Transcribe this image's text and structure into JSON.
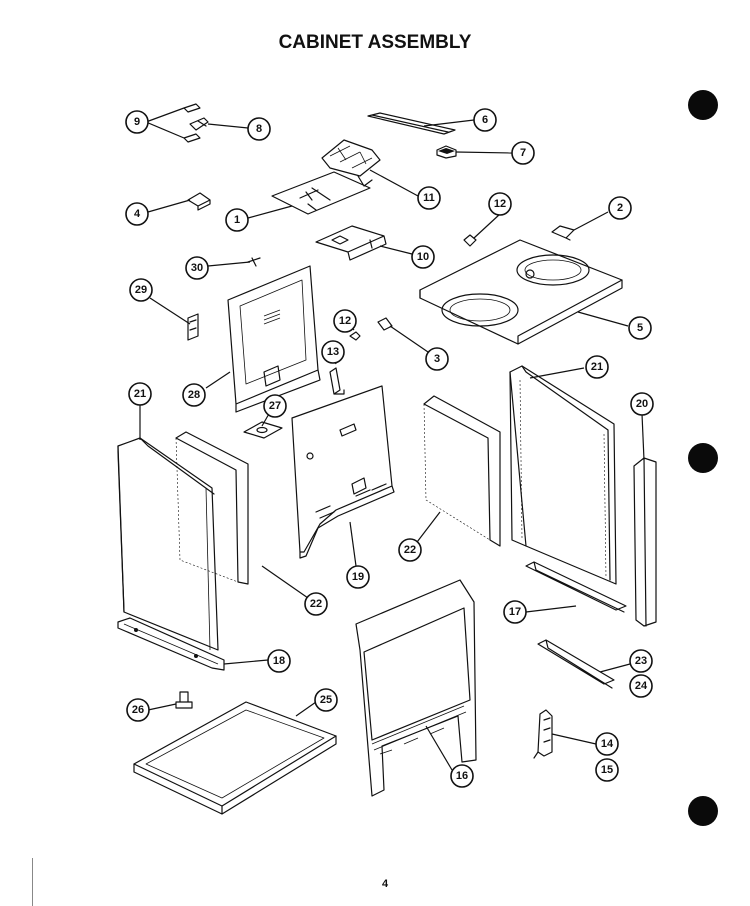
{
  "title": "CABINET ASSEMBLY",
  "page_number": "4",
  "callouts": [
    "1",
    "2",
    "3",
    "4",
    "5",
    "6",
    "7",
    "8",
    "9",
    "10",
    "11",
    "12",
    "12",
    "13",
    "14",
    "15",
    "16",
    "17",
    "18",
    "19",
    "20",
    "21",
    "21",
    "22",
    "22",
    "23",
    "24",
    "25",
    "26",
    "27",
    "28",
    "29",
    "30"
  ]
}
